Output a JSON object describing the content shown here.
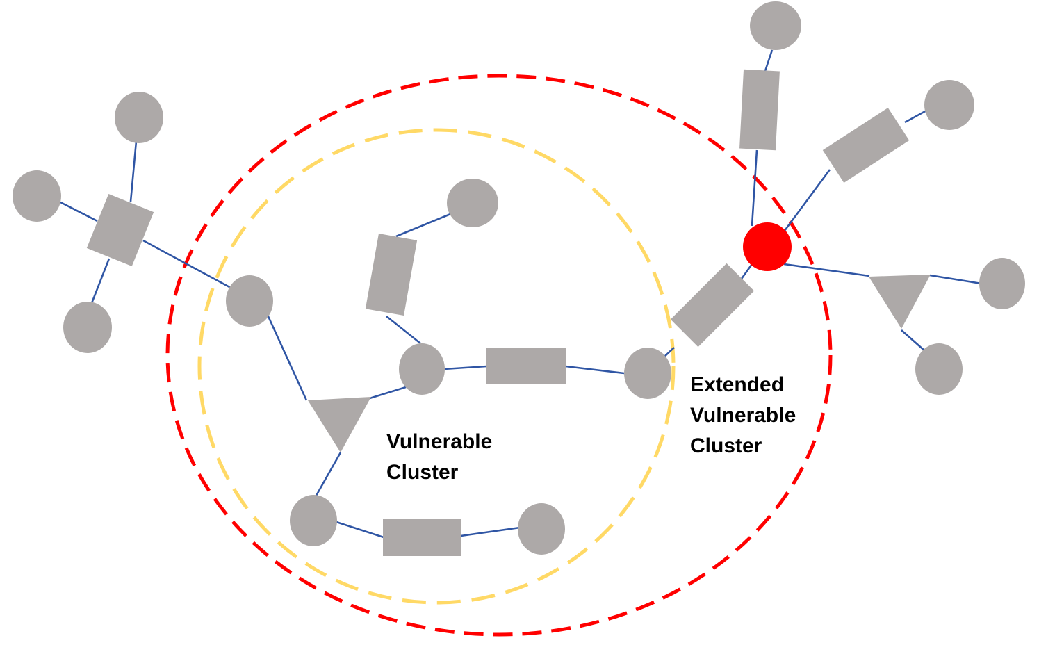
{
  "labels": {
    "vulnerable_line1": "Vulnerable",
    "vulnerable_line2": "Cluster",
    "extended_line1": "Extended",
    "extended_line2": "Vulnerable",
    "extended_line3": "Cluster"
  },
  "colors": {
    "node": "#ada9a8",
    "critical_node": "#ff0000",
    "edge": "#2f55a4",
    "vulnerable_boundary": "#ffd966",
    "extended_boundary": "#ff0000"
  }
}
